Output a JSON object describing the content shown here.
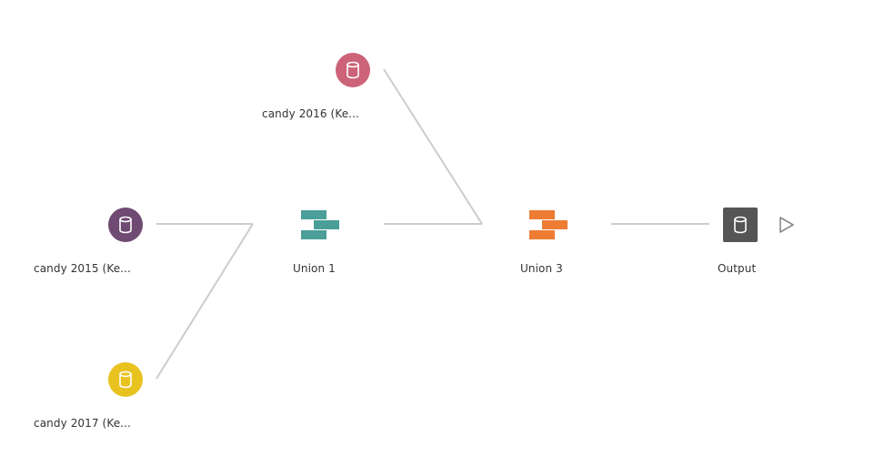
{
  "colors": {
    "connector": "#cccccc",
    "source_2016": "#cc6378",
    "source_2015": "#6f4a73",
    "source_2017": "#e8c21f",
    "union_1": "#4a9f98",
    "union_3": "#ee7c33",
    "output": "#555555",
    "run": "#888888"
  },
  "nodes": {
    "source_2016": {
      "label": "candy 2016 (Ke...",
      "icon": "database-icon"
    },
    "source_2015": {
      "label": "candy 2015 (Ke...",
      "icon": "database-icon"
    },
    "source_2017": {
      "label": "candy 2017 (Ke...",
      "icon": "database-icon"
    },
    "union_1": {
      "label": "Union 1",
      "icon": "union-icon"
    },
    "union_3": {
      "label": "Union 3",
      "icon": "union-icon"
    },
    "output": {
      "label": "Output",
      "icon": "output-database-icon"
    }
  },
  "run_button": {
    "icon": "play-triangle-icon"
  }
}
